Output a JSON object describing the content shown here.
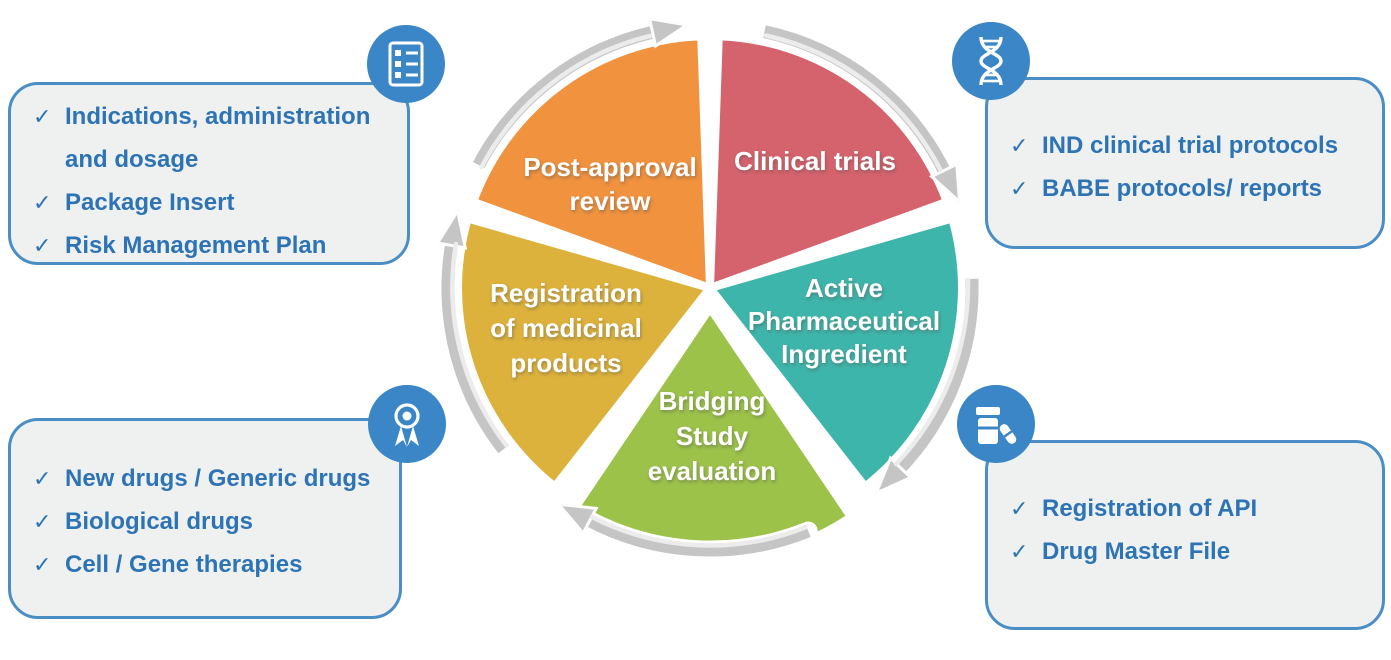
{
  "icons": {
    "check": "✓"
  },
  "colors": {
    "accent_blue": "#2e74b5",
    "box_border": "#4a8ec5",
    "icon_circle": "#3b86c6",
    "arrow_gray": "#c5c5c5"
  },
  "wheel": {
    "segments": {
      "clinical_trials": {
        "color": "#d5636d",
        "lines": [
          "Clinical trials"
        ]
      },
      "api": {
        "color": "#3eb5aa",
        "lines": [
          "Active",
          "Pharmaceutical",
          "Ingredient"
        ]
      },
      "bridging": {
        "color": "#9cc24a",
        "lines": [
          "Bridging",
          "Study",
          "evaluation"
        ]
      },
      "registration": {
        "color": "#dcb23c",
        "lines": [
          "Registration",
          "of medicinal",
          "products"
        ]
      },
      "post_approval": {
        "color": "#f0923e",
        "lines": [
          "Post-approval",
          "review"
        ]
      }
    }
  },
  "callouts": {
    "top_left": {
      "items": [
        "Indications, administration and dosage",
        "Package Insert",
        "Risk Management Plan"
      ]
    },
    "top_right": {
      "items": [
        "IND clinical trial protocols",
        "BABE protocols/ reports"
      ]
    },
    "bottom_left": {
      "items": [
        "New drugs / Generic drugs",
        "Biological drugs",
        "Cell / Gene therapies"
      ]
    },
    "bottom_right": {
      "items": [
        "Registration of API",
        "Drug Master File"
      ]
    }
  }
}
